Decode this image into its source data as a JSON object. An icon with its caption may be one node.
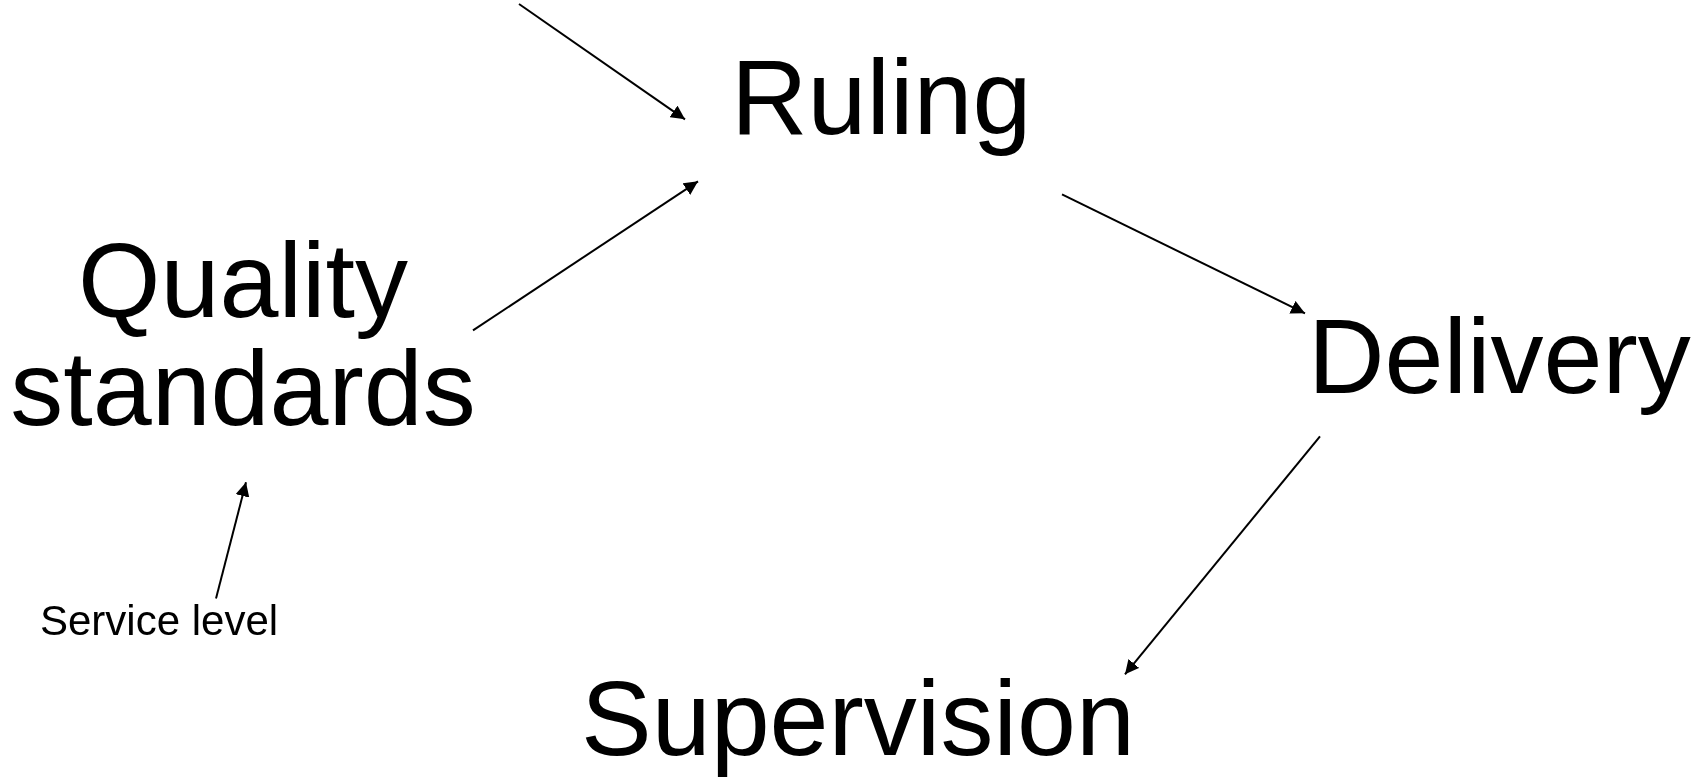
{
  "diagram": {
    "nodes": [
      {
        "text": [
          "Ruling"
        ]
      },
      {
        "text": [
          "Quality standards"
        ]
      },
      {
        "text": [
          "Delivery"
        ]
      },
      {
        "text": [
          "Supervision"
        ]
      },
      {
        "text": [
          "Service level"
        ]
      }
    ],
    "edges": [
      {
        "from": null,
        "to": 0,
        "arrow": "to"
      },
      {
        "from": 1,
        "to": 0,
        "arrow": "to"
      },
      {
        "from": 0,
        "to": 2,
        "arrow": "to"
      },
      {
        "from": 2,
        "to": 3,
        "arrow": "to"
      },
      {
        "from": 4,
        "to": 1,
        "arrow": "to"
      }
    ]
  }
}
